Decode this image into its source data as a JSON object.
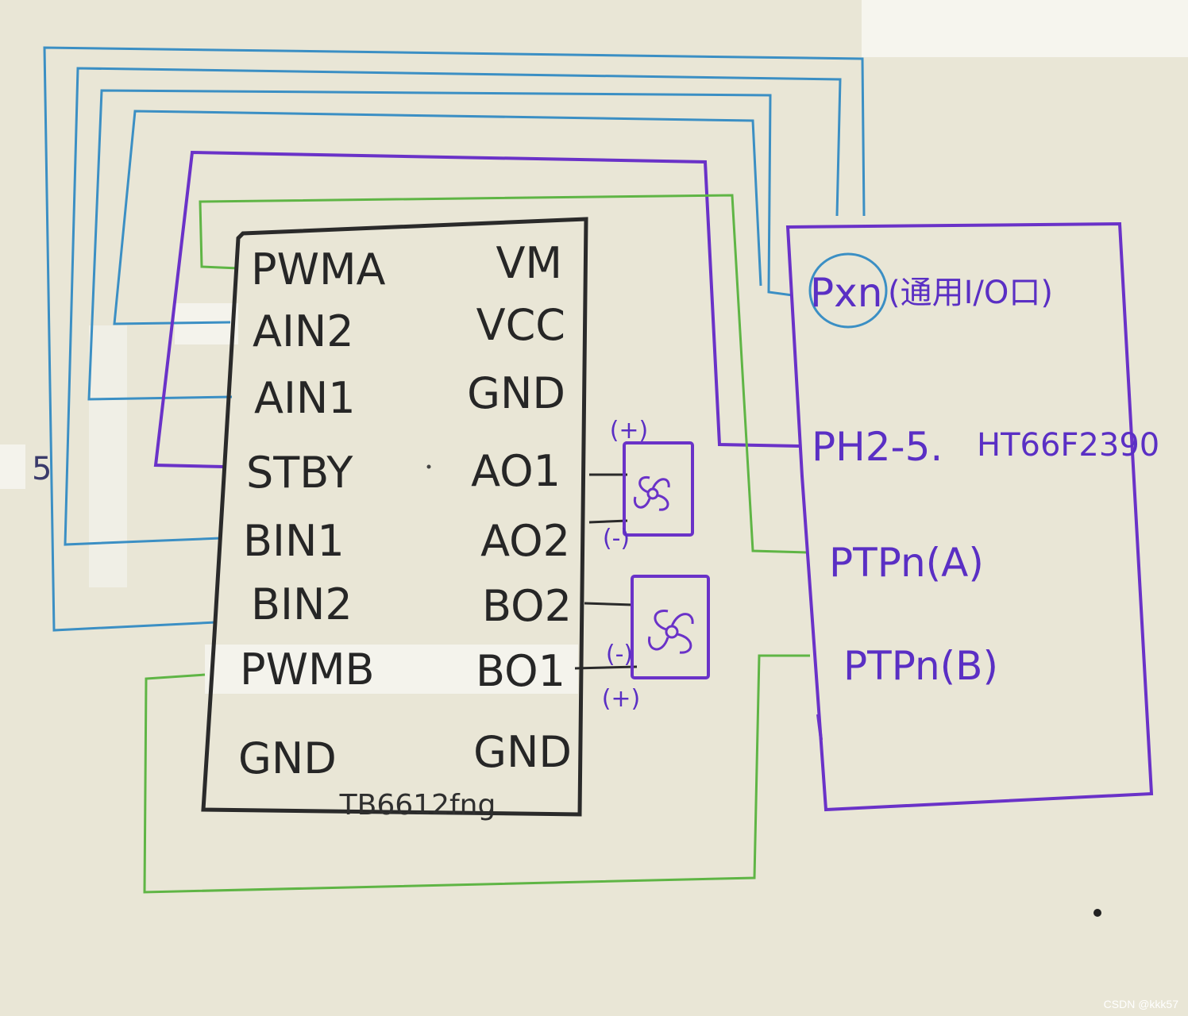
{
  "driver": {
    "name": "TB6612fng",
    "left_pins": [
      "PWMA",
      "AIN2",
      "AIN1",
      "STBY",
      "BIN1",
      "BIN2",
      "PWMB",
      "GND"
    ],
    "right_pins": [
      "VM",
      "VCC",
      "GND",
      "AO1",
      "AO2",
      "BO2",
      "BO1",
      "GND"
    ]
  },
  "mcu": {
    "chip": "HT66F2390",
    "pins": {
      "pxn": "Pxn",
      "pxn_note": "(通用I/O口)",
      "ph": "PH2-5.",
      "ptpa": "PTPn(A)",
      "ptpb": "PTPn(B)"
    }
  },
  "motors": {
    "a": {
      "plus": "(+)",
      "minus": "(-)"
    },
    "b": {
      "minus": "(-)",
      "plus": "(+)"
    }
  },
  "side_number": "5",
  "watermark": "CSDN @kkk57",
  "colors": {
    "signal_wire": "#3b8fc4",
    "control_wire": "#6a32c8",
    "pwm_wire": "#5fb545",
    "driver_outline": "#2a2a2a"
  }
}
